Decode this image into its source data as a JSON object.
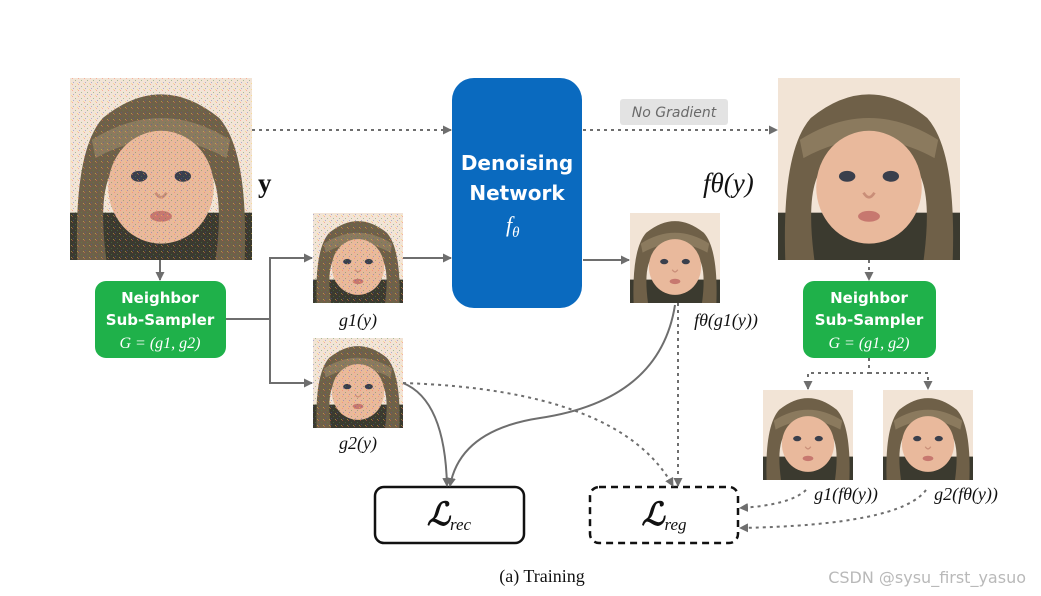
{
  "noisy_input": {
    "symbol": "y"
  },
  "denoising_network": {
    "line1": "Denoising",
    "line2": "Network",
    "symbol": "f",
    "subscript": "θ"
  },
  "no_gradient_label": "No Gradient",
  "denoised_output": {
    "label": "fθ(y)"
  },
  "sampler_left": {
    "line1": "Neighbor",
    "line2": "Sub-Sampler",
    "formula": "G = (g1, g2)"
  },
  "sampler_right": {
    "line1": "Neighbor",
    "line2": "Sub-Sampler",
    "formula": "G = (g1, g2)"
  },
  "sub_images": {
    "g1_label": "g1(y)",
    "g2_label": "g2(y)",
    "f_g1_label": "fθ(g1(y))",
    "g1_f_label": "g1(fθ(y))",
    "g2_f_label": "g2(fθ(y))"
  },
  "losses": {
    "rec": {
      "symbol": "ℒ",
      "subscript": "rec"
    },
    "reg": {
      "symbol": "ℒ",
      "subscript": "reg"
    }
  },
  "caption": "(a) Training",
  "watermark": "CSDN @sysu_first_yasuo",
  "colors": {
    "network_blue": "#0a6abf",
    "sampler_green": "#1fb14a",
    "arrow_gray": "#6e6e6e",
    "no_gradient_bg": "#e3e3e3"
  }
}
